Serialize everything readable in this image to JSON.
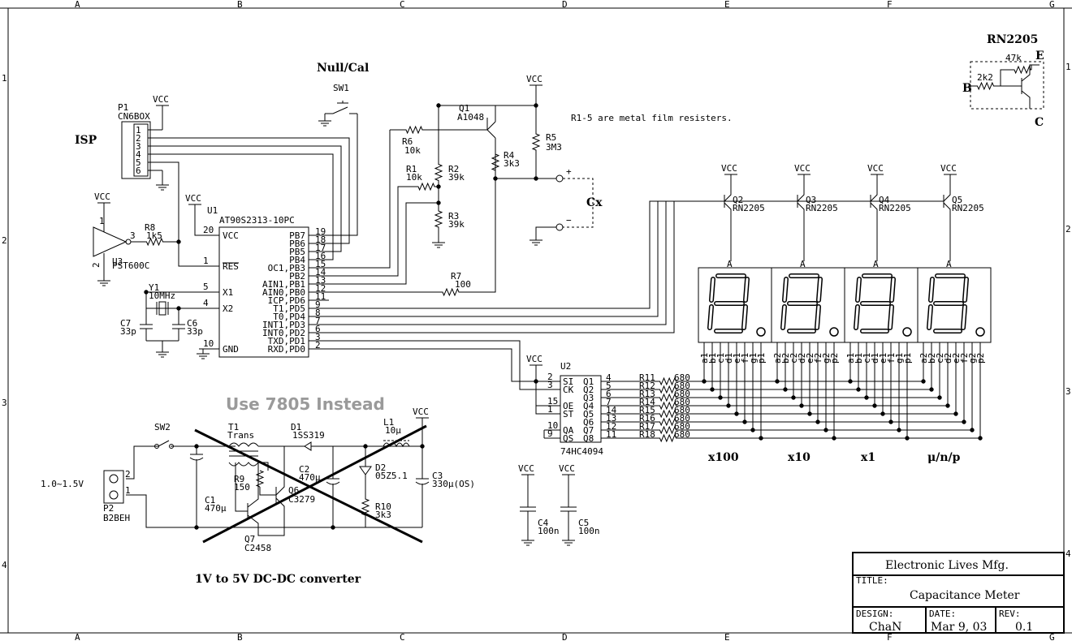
{
  "border": {
    "cols": [
      "A",
      "B",
      "C",
      "D",
      "E",
      "F",
      "G"
    ],
    "rows": [
      "1",
      "2",
      "3",
      "4"
    ]
  },
  "notes": {
    "null_cal": "Null/Cal",
    "isp": "ISP",
    "metal_film": "R1-5 are metal film resisters.",
    "use_7805": "Use 7805 Instead",
    "dcdc_title": "1V to 5V DC-DC converter",
    "input_voltage": "1.0~1.5V",
    "cx": "Cx",
    "cx_plus": "+",
    "cx_minus": "−",
    "rn2205_title": "RN2205"
  },
  "rn2205_detail": {
    "r1": "2k2",
    "r2": "47k",
    "b": "B",
    "c": "C",
    "e": "E"
  },
  "power": {
    "vcc": "VCC"
  },
  "mcu": {
    "ref": "U1",
    "part": "AT90S2313-10PC",
    "left_pins": [
      {
        "num": "20",
        "name": "VCC"
      },
      {
        "num": "1",
        "name": "RES"
      },
      {
        "num": "5",
        "name": "X1"
      },
      {
        "num": "4",
        "name": "X2"
      },
      {
        "num": "10",
        "name": "GND"
      }
    ],
    "right_pins": [
      {
        "num": "19",
        "name": "PB7"
      },
      {
        "num": "18",
        "name": "PB6"
      },
      {
        "num": "17",
        "name": "PB5"
      },
      {
        "num": "16",
        "name": "PB4"
      },
      {
        "num": "15",
        "name": "OC1,PB3"
      },
      {
        "num": "14",
        "name": "PB2"
      },
      {
        "num": "13",
        "name": "AIN1,PB1"
      },
      {
        "num": "12",
        "name": "AIN0,PB0"
      },
      {
        "num": "11",
        "name": "ICP,PD6"
      },
      {
        "num": "9",
        "name": "T1,PD5"
      },
      {
        "num": "8",
        "name": "T0,PD4"
      },
      {
        "num": "7",
        "name": "INT1,PD3"
      },
      {
        "num": "6",
        "name": "INT0,PD2"
      },
      {
        "num": "3",
        "name": "TXD,PD1"
      },
      {
        "num": "2",
        "name": "RXD,PD0"
      }
    ]
  },
  "isp_header": {
    "ref": "P1",
    "part": "CN6BOX",
    "pins": [
      "1",
      "2",
      "3",
      "4",
      "5",
      "6"
    ]
  },
  "shift_reg": {
    "ref": "U2",
    "part": "74HC4094",
    "left_pins": [
      {
        "num": "2",
        "name": "SI"
      },
      {
        "num": "3",
        "name": "CK"
      },
      {
        "num": "15",
        "name": "OE"
      },
      {
        "num": "1",
        "name": "ST"
      },
      {
        "num": "10",
        "name": "QA"
      },
      {
        "num": "9",
        "name": "QS"
      }
    ],
    "right_pins": [
      {
        "num": "4",
        "name": "Q1"
      },
      {
        "num": "5",
        "name": "Q2"
      },
      {
        "num": "6",
        "name": "Q3"
      },
      {
        "num": "7",
        "name": "Q4"
      },
      {
        "num": "14",
        "name": "Q5"
      },
      {
        "num": "13",
        "name": "Q6"
      },
      {
        "num": "12",
        "name": "Q7"
      },
      {
        "num": "11",
        "name": "Q8"
      }
    ]
  },
  "segment_resistors": [
    {
      "ref": "R11",
      "value": "680"
    },
    {
      "ref": "R12",
      "value": "680"
    },
    {
      "ref": "R13",
      "value": "680"
    },
    {
      "ref": "R14",
      "value": "680"
    },
    {
      "ref": "R15",
      "value": "680"
    },
    {
      "ref": "R16",
      "value": "680"
    },
    {
      "ref": "R17",
      "value": "680"
    },
    {
      "ref": "R18",
      "value": "680"
    }
  ],
  "digit_transistors": [
    {
      "ref": "Q2",
      "part": "RN2205"
    },
    {
      "ref": "Q3",
      "part": "RN2205"
    },
    {
      "ref": "Q4",
      "part": "RN2205"
    },
    {
      "ref": "Q5",
      "part": "RN2205"
    }
  ],
  "display": {
    "anode": "A",
    "digit_labels": [
      "x100",
      "x10",
      "x1",
      "μ/n/p"
    ],
    "segment_pins": [
      "a1",
      "b1",
      "c1",
      "d1",
      "e1",
      "f1",
      "g1",
      "p1",
      "a2",
      "b2",
      "c2",
      "d2",
      "e2",
      "f2",
      "g2",
      "p2"
    ]
  },
  "parts": {
    "sw1": "SW1",
    "q1": {
      "ref": "Q1",
      "part": "A1048"
    },
    "r1": {
      "ref": "R1",
      "value": "10k"
    },
    "r2": {
      "ref": "R2",
      "value": "39k"
    },
    "r3": {
      "ref": "R3",
      "value": "39k"
    },
    "r4": {
      "ref": "R4",
      "value": "3k3"
    },
    "r5": {
      "ref": "R5",
      "value": "3M3"
    },
    "r6": {
      "ref": "R6",
      "value": "10k"
    },
    "r7": {
      "ref": "R7",
      "value": "100"
    },
    "r8": {
      "ref": "R8",
      "value": "1k5"
    },
    "u3": {
      "ref": "U3",
      "part": "PST600C",
      "pin1": "1",
      "pin2": "2",
      "pin3": "3"
    },
    "y1": {
      "ref": "Y1",
      "value": "10MHz"
    },
    "c6": {
      "ref": "C6",
      "value": "33p"
    },
    "c7": {
      "ref": "C7",
      "value": "33p"
    },
    "c4": {
      "ref": "C4",
      "value": "100n"
    },
    "c5": {
      "ref": "C5",
      "value": "100n"
    },
    "sw2": "SW2",
    "t1": {
      "ref": "T1",
      "part": "Trans"
    },
    "d1": {
      "ref": "D1",
      "part": "1SS319"
    },
    "l1": {
      "ref": "L1",
      "value": "10μ"
    },
    "c1": {
      "ref": "C1",
      "value": "470μ"
    },
    "c2": {
      "ref": "C2",
      "value": "470μ"
    },
    "c3": {
      "ref": "C3",
      "value": "330μ(OS)"
    },
    "d2": {
      "ref": "D2",
      "part": "05Z5.1"
    },
    "r9": {
      "ref": "R9",
      "value": "150"
    },
    "r10": {
      "ref": "R10",
      "value": "3k3"
    },
    "q6": {
      "ref": "Q6",
      "part": "C3279"
    },
    "q7": {
      "ref": "Q7",
      "part": "C2458"
    },
    "p2": {
      "ref": "P2",
      "part": "B2BEH",
      "pin1": "1",
      "pin2": "2"
    }
  },
  "title_block": {
    "company": "Electronic Lives Mfg.",
    "title_label": "TITLE:",
    "title": "Capacitance Meter",
    "design_label": "DESIGN:",
    "design": "ChaN",
    "date_label": "DATE:",
    "date": "Mar 9, 03",
    "rev_label": "REV:",
    "rev": "0.1"
  }
}
